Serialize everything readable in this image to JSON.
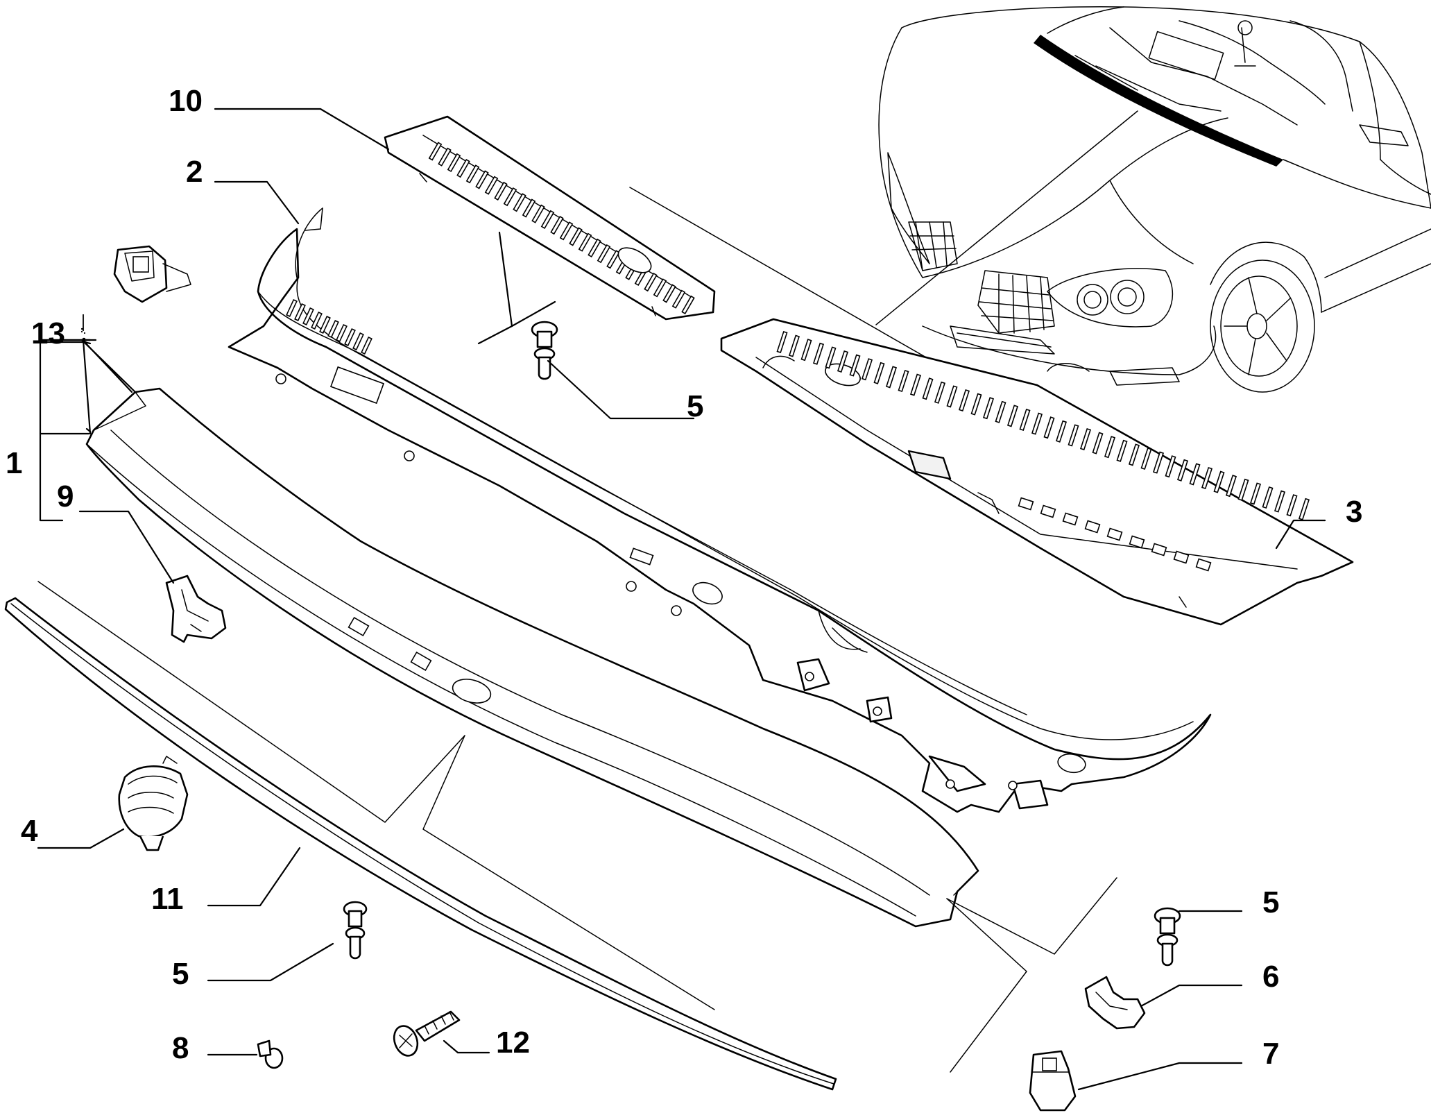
{
  "callouts": [
    {
      "id": "c1",
      "number": "1"
    },
    {
      "id": "c2",
      "number": "2"
    },
    {
      "id": "c3",
      "number": "3"
    },
    {
      "id": "c4",
      "number": "4"
    },
    {
      "id": "c5a",
      "number": "5"
    },
    {
      "id": "c5b",
      "number": "5"
    },
    {
      "id": "c5c",
      "number": "5"
    },
    {
      "id": "c6",
      "number": "6"
    },
    {
      "id": "c7",
      "number": "7"
    },
    {
      "id": "c8",
      "number": "8"
    },
    {
      "id": "c9",
      "number": "9"
    },
    {
      "id": "c10",
      "number": "10"
    },
    {
      "id": "c11",
      "number": "11"
    },
    {
      "id": "c12",
      "number": "12"
    },
    {
      "id": "c13",
      "number": "13"
    }
  ]
}
